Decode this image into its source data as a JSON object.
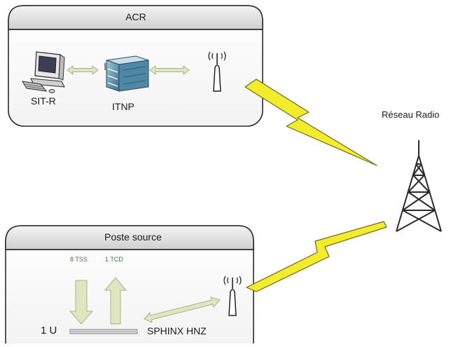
{
  "acr": {
    "title": "ACR",
    "devices": {
      "sit_r": "SIT-R",
      "itnp": "ITNP"
    }
  },
  "network": {
    "label": "Réseau Radio"
  },
  "poste_source": {
    "title": "Poste source",
    "signals": {
      "tss": "8 TSS",
      "tcd": "1 TCD"
    },
    "unit": "1 U",
    "device": "SPHINX HNZ"
  },
  "colors": {
    "panel_bg": "#ffffff",
    "header_bg": "#e2e2e2",
    "border": "#2b2b2b",
    "arrow_green": "#dfe6bf",
    "arrow_green_stroke": "#a9b38a",
    "lightning": "#f2ec2a",
    "lightning_stroke": "#6b6a1e",
    "tower": "#2a2a2a"
  },
  "icons": [
    "computer-icon",
    "rack-server-icon",
    "antenna-icon",
    "radio-tower-icon",
    "lightning-link-icon"
  ]
}
